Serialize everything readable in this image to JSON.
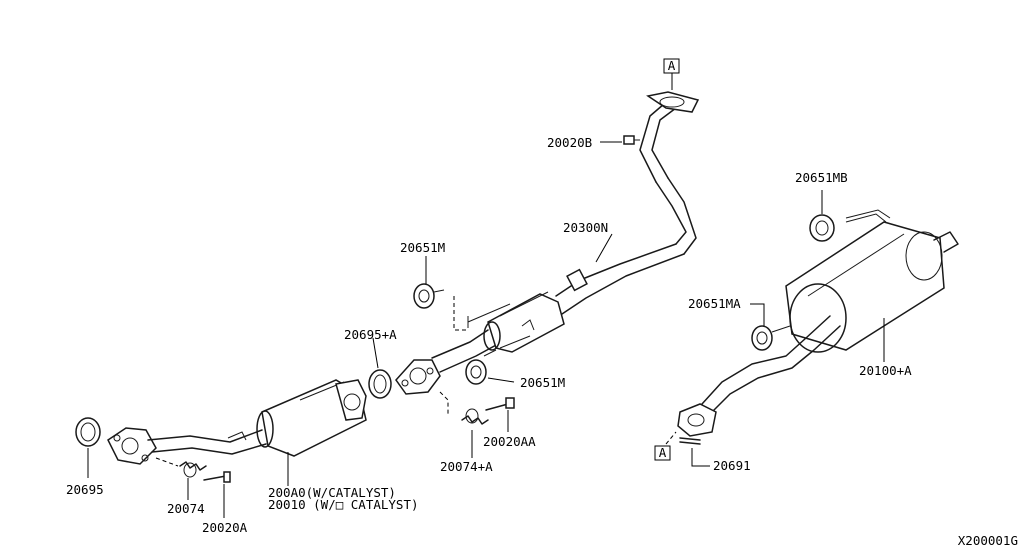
{
  "diagram_id": "X200001G",
  "labels": {
    "p20020B": "20020B",
    "p20300N": "20300N",
    "p20651M_top": "20651M",
    "p20695A": "20695+A",
    "p20651M_right": "20651M",
    "p20020AA": "20020AA",
    "p20074A": "20074+A",
    "p20695": "20695",
    "p20074": "20074",
    "p20020A": "20020A",
    "p200A0": "200A0(W/CATALYST)",
    "p20010": "20010 (W/□ CATALYST)",
    "p20651MB": "20651MB",
    "p20651MA": "20651MA",
    "p20100A": "20100+A",
    "p20691": "20691"
  },
  "refs": {
    "top": "A",
    "bottom": "A"
  }
}
